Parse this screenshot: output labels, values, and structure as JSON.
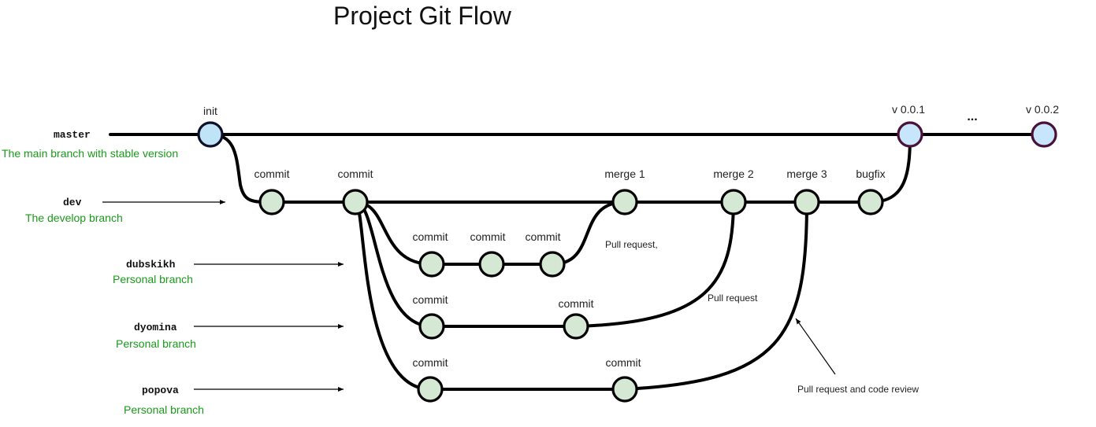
{
  "title": "Project Git Flow",
  "colors": {
    "line": "#000000",
    "commit_node": "#d5e8d4",
    "master_node": "#bfe3f7",
    "tag_node_stroke": "#4a1038",
    "description_text": "#1a9a1a"
  },
  "branches": {
    "master": {
      "name": "master",
      "desc": "The main branch with stable version"
    },
    "dev": {
      "name": "dev",
      "desc": "The develop branch"
    },
    "dubskikh": {
      "name": "dubskikh",
      "desc": "Personal branch"
    },
    "dyomina": {
      "name": "dyomina",
      "desc": "Personal branch"
    },
    "popova": {
      "name": "popova",
      "desc": "Personal branch"
    }
  },
  "nodes": {
    "init": "init",
    "v001": "v 0.0.1",
    "v002": "v 0.0.2",
    "ellipsis": "...",
    "dev_commit_1": "commit",
    "dev_commit_2": "commit",
    "merge1": "merge 1",
    "merge2": "merge 2",
    "merge3": "merge 3",
    "bugfix": "bugfix",
    "dub_commit_1": "commit",
    "dub_commit_2": "commit",
    "dub_commit_3": "commit",
    "dyo_commit_1": "commit",
    "dyo_commit_2": "commit",
    "pop_commit_1": "commit",
    "pop_commit_2": "commit"
  },
  "annotations": {
    "pr1": "Pull request,",
    "pr2": "Pull request",
    "pr3": "Pull request and code review"
  }
}
